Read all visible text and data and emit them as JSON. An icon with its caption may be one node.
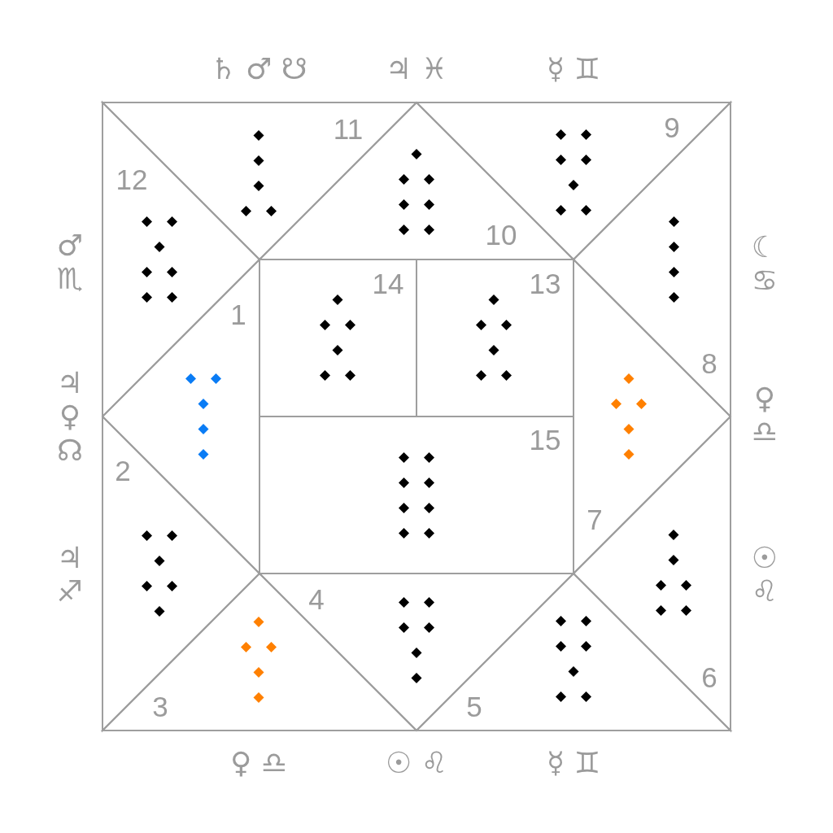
{
  "diagram": {
    "nodes": [
      {
        "text": [
          "1"
        ],
        "beside": [
          "♃ ♀ ☊"
        ]
      },
      {
        "text": [
          "2"
        ],
        "beside": [
          "♃ ♐"
        ]
      },
      {
        "text": [
          "3"
        ],
        "beside": [
          "♀ ♎"
        ]
      },
      {
        "text": [
          "4"
        ],
        "beside": [
          "☉ ♌"
        ]
      },
      {
        "text": [
          "5"
        ],
        "beside": [
          "☿ ♊"
        ]
      },
      {
        "text": [
          "6"
        ],
        "beside": [
          "☉ ♌"
        ]
      },
      {
        "text": [
          "7"
        ],
        "beside": [
          "♀ ♎"
        ]
      },
      {
        "text": [
          "8"
        ],
        "beside": [
          "☾ ♋"
        ]
      },
      {
        "text": [
          "9"
        ],
        "beside": [
          "☿ ♊"
        ]
      },
      {
        "text": [
          "10"
        ],
        "beside": [
          "♃ ♓"
        ]
      },
      {
        "text": [
          "11"
        ],
        "beside": [
          "♄ ♂ ☋"
        ]
      },
      {
        "text": [
          "12"
        ],
        "beside": [
          "♂ ♏"
        ]
      },
      {
        "text": [
          "13"
        ]
      },
      {
        "text": [
          "14"
        ]
      },
      {
        "text": [
          "15"
        ]
      }
    ]
  }
}
